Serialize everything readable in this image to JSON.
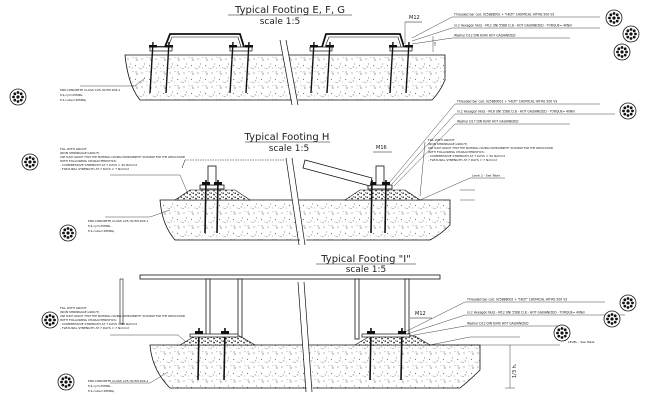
{
  "footing_efg": {
    "title": "Typical Footing E, F, G",
    "scale": "scale 1:5",
    "dim_anchor": "M12",
    "dim_height": "10",
    "callouts": [
      "Threaded bar cod. 925888002 + \"HILTI\" CHEMICAL HIT-RE 500 V3",
      "nr.2 Hexagon Nuts - M12 UNI 5588 Cl.8 - HOT GALVANIZED - TORQUE= 40Nm",
      "Washer D12 DIN 6340 HOT GALVANIZED"
    ],
    "concrete_note": [
      "MIN CONCRETE CLASS C25-30 EN 206-1",
      "fck,cyl=25MPa,",
      "fck,cube=30MPa)"
    ]
  },
  "footing_h": {
    "title": "Typical Footing H",
    "scale": "scale 1:5",
    "dim_anchor": "M16",
    "callouts": [
      "Threaded bar cod. 925880001 + \"HILTI\" CHEMICAL HIT-RE 500 V3",
      "nr.2 Hexagon Nuts - M16 UNI 5588 Cl.8 - HOT GALVANIZED - TORQUE= 40Nm",
      "Washer D17 DIN 6340 HOT GALVANIZED"
    ],
    "grout_note": [
      "FILL WITH GROUT",
      "(NON SHRINKAGE GROUT)",
      "USE SUCH GROUT THAT THE MATERIAL HAVING HOMOGENEITY SUITABLE FOR THE APPLICATION",
      "WITH FOLLOWING CHARACTERISTICS:",
      "- COMPRESSIVE STRENGTH AT 7 DAYS = 50 N/mm2",
      "- FLEXURAL STRENGTH AT 7 DAYS = 7 N/mm2"
    ],
    "grout_note_left": [
      "FILL WITH GROUT",
      "(NON SHRINKAGE GROUT)",
      "USE SUCH GROUT THAT THE MATERIAL HAVING HOMOGENEITY SUITABLE FOR THE APPLICATION",
      "WITH FOLLOWING CHARACTERISTICS:",
      "- COMPRESSIVE STRENGTH AT 7 DAYS = 50 N/mm2",
      "- FLEXURAL STRENGTH AT 7 DAYS = 7 N/mm2"
    ],
    "level_note": "Level 2 - See Table",
    "concrete_note": [
      "MIN CONCRETE CLASS C25-30 EN 206-1",
      "fck,cyl=25MPa,",
      "fck,cube=30MPa)"
    ]
  },
  "footing_i": {
    "title": "Typical Footing \"I\"",
    "scale": "scale 1:5",
    "dim_anchor": "M12",
    "callouts": [
      "Threaded bar cod. 925888002 + \"HILTI\" CHEMICAL HIT-RE 500 V3",
      "nr.2 Hexagon Nuts - M12 UNI 5588 Cl.8 - HOT GALVANIZED - TORQUE= 40Nm",
      "Washer D12 DIN 6340 HOT GALVANIZED"
    ],
    "grout_note": [
      "FILL WITH GROUT",
      "(NON SHRINKAGE GROUT)",
      "USE SUCH GROUT THAT THE MATERIAL HAVING HOMOGENEITY SUITABLE FOR THE APPLICATION",
      "WITH FOLLOWING CHARACTERISTICS:",
      "- COMPRESSIVE STRENGTH AT 7 DAYS = 50 N/mm2",
      "- FLEXURAL STRENGTH AT 7 DAYS = 7 N/mm2"
    ],
    "level_note": "LEVEL - See Table",
    "dim_vertical": "1/3 h.",
    "concrete_note": [
      "MIN CONCRETE CLASS C25-30 EN 206-1",
      "fck,cyl=25MPa,",
      "fck,cube=30MPa)"
    ]
  },
  "colors": {
    "line": "#111111",
    "dot": "#555555",
    "background": "#ffffff"
  }
}
